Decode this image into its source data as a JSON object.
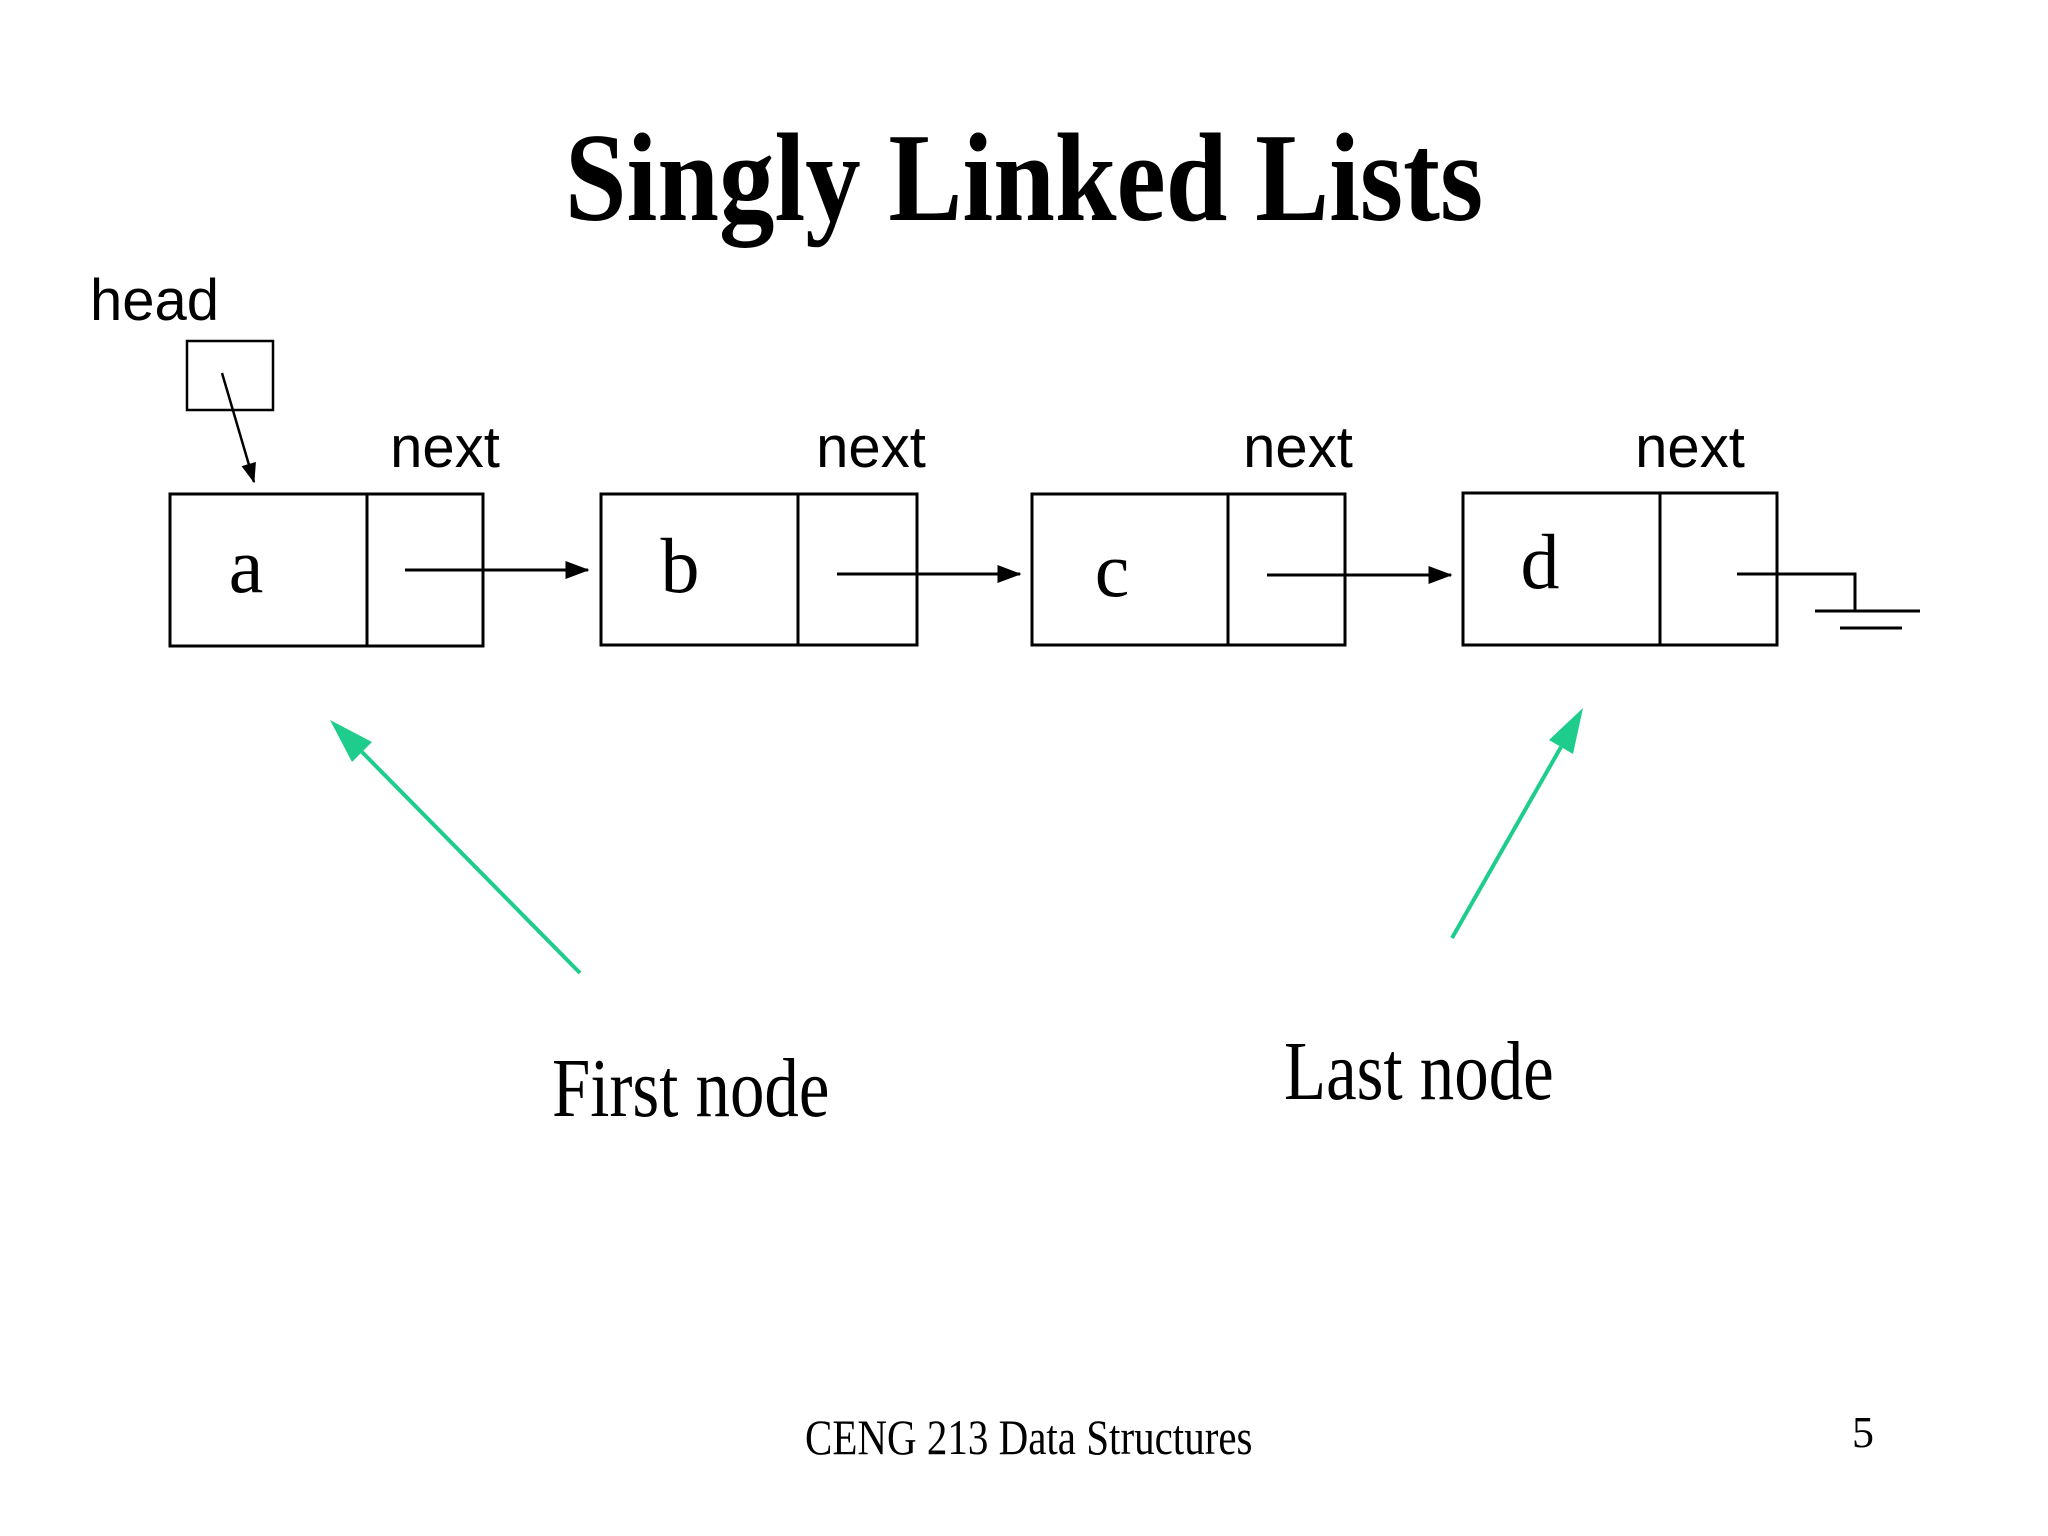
{
  "slide": {
    "title": "Singly Linked Lists",
    "footer": "CENG 213 Data Structures",
    "page_number": "5"
  },
  "diagram": {
    "head_label": "head",
    "nodes": [
      {
        "value": "a",
        "pointer_label": "next"
      },
      {
        "value": "b",
        "pointer_label": "next"
      },
      {
        "value": "c",
        "pointer_label": "next"
      },
      {
        "value": "d",
        "pointer_label": "next"
      }
    ],
    "annotations": {
      "first_node": "First node",
      "last_node": "Last node"
    },
    "null_terminator_icon": "ground-symbol"
  },
  "colors": {
    "annotation_arrow_green": "#1ecd8c",
    "line_black": "#000000"
  }
}
